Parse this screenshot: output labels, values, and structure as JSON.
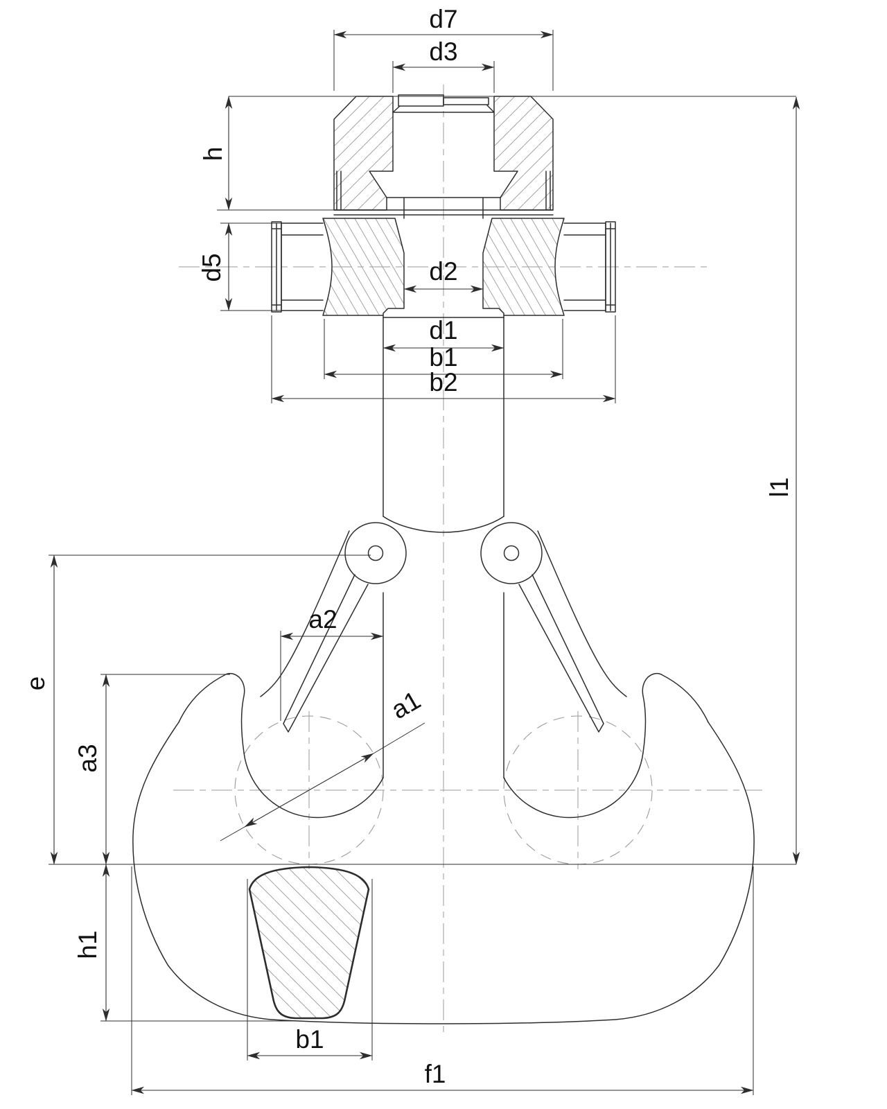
{
  "drawing": {
    "kind": "technical-dimension-drawing",
    "subject": "double-hook-with-nut-and-trunnion-cross-section"
  },
  "labels": {
    "d7": "d7",
    "d3": "d3",
    "h": "h",
    "d5": "d5",
    "d2": "d2",
    "d1": "d1",
    "b1_top": "b1",
    "b2": "b2",
    "l1": "l1",
    "a2": "a2",
    "a1": "a1",
    "e": "e",
    "a3": "a3",
    "h1": "h1",
    "b1_bottom": "b1",
    "f1": "f1"
  },
  "colors": {
    "line": "#2d2d2d",
    "hatch": "#a3a3a3",
    "centerline": "#9a9a9a",
    "bg": "#ffffff"
  }
}
